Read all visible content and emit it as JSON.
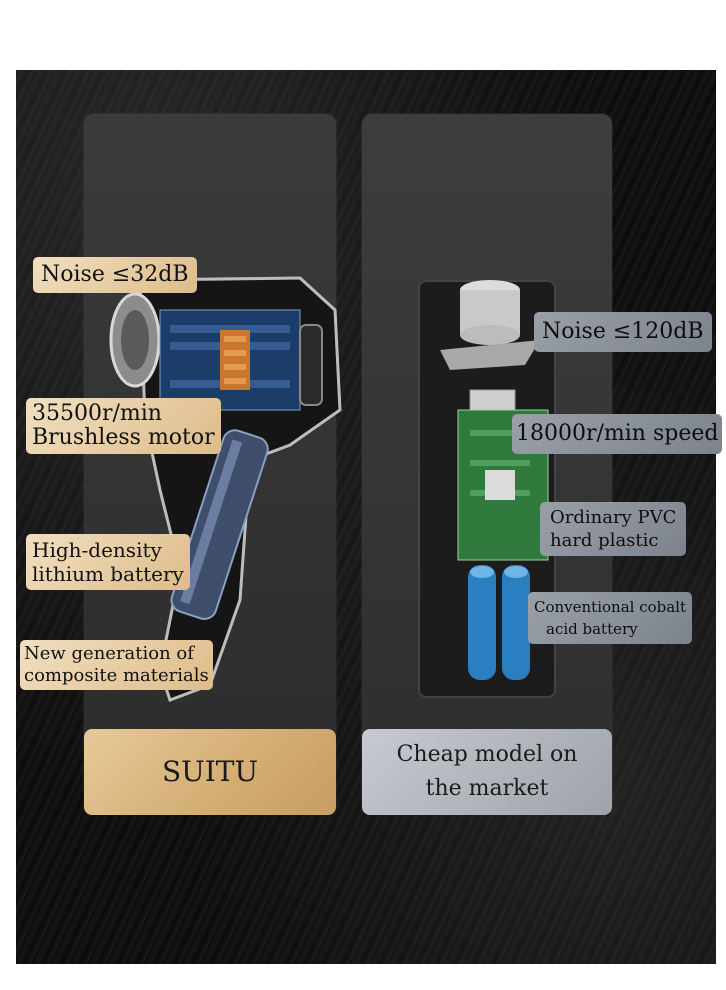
{
  "left": {
    "labels": {
      "noise": "Noise ≤32dB",
      "motor_line1": "35500r/min",
      "motor_line2": "Brushless motor",
      "battery_line1": "High-density",
      "battery_line2": "lithium battery",
      "material_line1": "New generation of",
      "material_line2": "composite materials"
    },
    "footer": "SUITU"
  },
  "right": {
    "labels": {
      "noise": "Noise ≤120dB",
      "speed": "18000r/min speed",
      "plastic_line1": "Ordinary PVC",
      "plastic_line2": "hard plastic",
      "battery_line1": "Conventional cobalt",
      "battery_line2": "acid battery"
    },
    "footer_line1": "Cheap model on",
    "footer_line2": "the market"
  },
  "colors": {
    "gold": "#ddbc8a",
    "grey": "#8a9098",
    "background": "#0e0e0e"
  }
}
